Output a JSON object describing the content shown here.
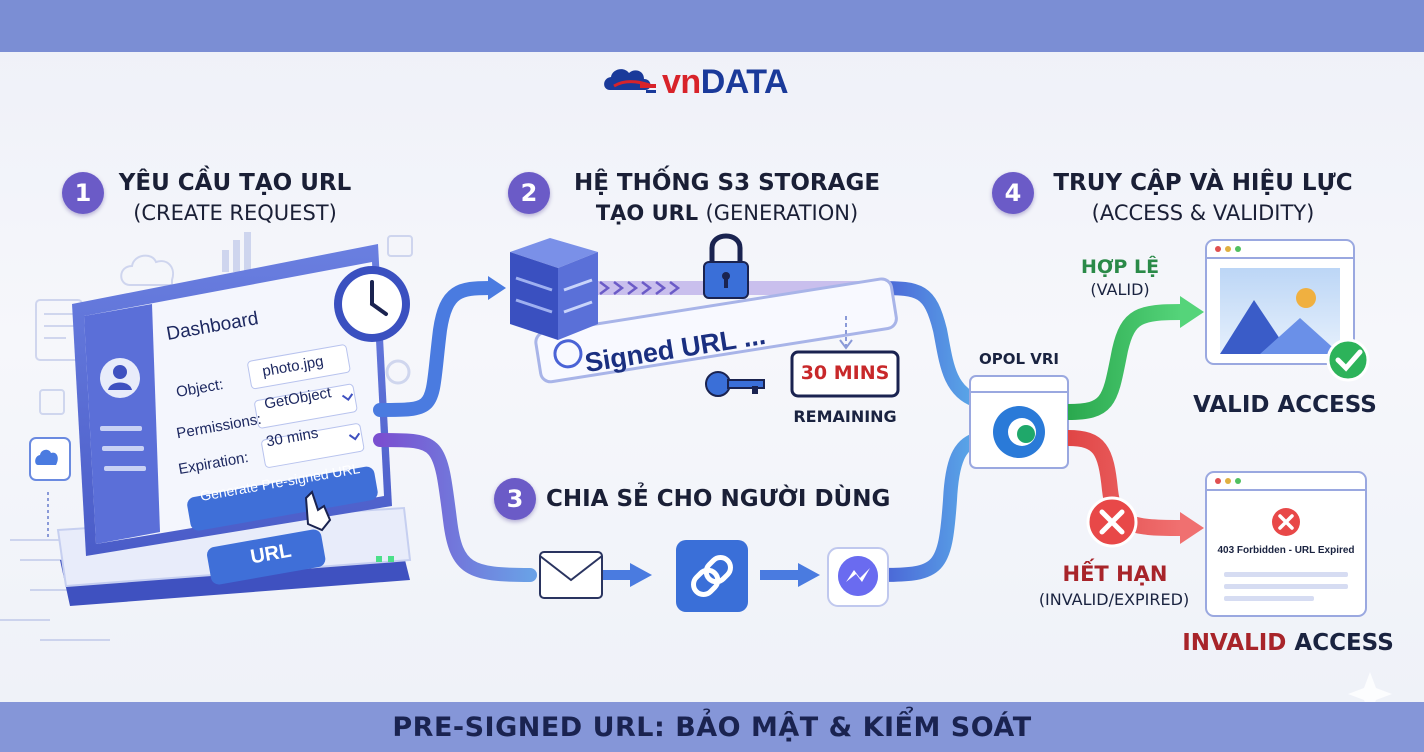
{
  "brand": {
    "logo_prefix": "vn",
    "logo_suffix": "DATA"
  },
  "footer": {
    "title": "PRE-SIGNED URL: BẢO MẬT & KIỂM SOÁT"
  },
  "steps": [
    {
      "num": "1",
      "title": "YÊU CẦU TẠO URL",
      "subtitle": "(CREATE REQUEST)"
    },
    {
      "num": "2",
      "title": "HỆ THỐNG S3 STORAGE",
      "title2": "TẠO URL",
      "subtitle": "(GENERATION)"
    },
    {
      "num": "3",
      "title": "CHIA SẺ CHO NGƯỜI DÙNG"
    },
    {
      "num": "4",
      "title": "TRUY CẬP VÀ HIỆU LỰC",
      "subtitle": "(ACCESS & VALIDITY)"
    }
  ],
  "dashboard": {
    "title": "Dashboard",
    "object_label": "Object:",
    "object_value": "photo.jpg",
    "permissions_label": "Permissions:",
    "permissions_value": "GetObject",
    "expiration_label": "Expiration:",
    "expiration_value": "30 mins",
    "generate_button": "Generate Pre-signed URL",
    "url_badge": "URL"
  },
  "generation": {
    "signed_url": "Signed URL ...",
    "timer_value": "30 MINS",
    "timer_label": "REMAINING"
  },
  "browser": {
    "label": "OPOL VRI"
  },
  "valid": {
    "label": "HỢP LỆ",
    "sublabel": "(VALID)",
    "result": "VALID ACCESS"
  },
  "invalid": {
    "label": "HẾT HẠN",
    "sublabel": "(INVALID/EXPIRED)",
    "error_text": "403 Forbidden - URL Expired",
    "result_prefix": "INVALID",
    "result_suffix": "ACCESS"
  },
  "colors": {
    "accent": "#6b5bc7",
    "valid": "#2db35a",
    "invalid": "#d83a3a",
    "blue": "#3a6fd8",
    "purple": "#8a5cd6"
  }
}
